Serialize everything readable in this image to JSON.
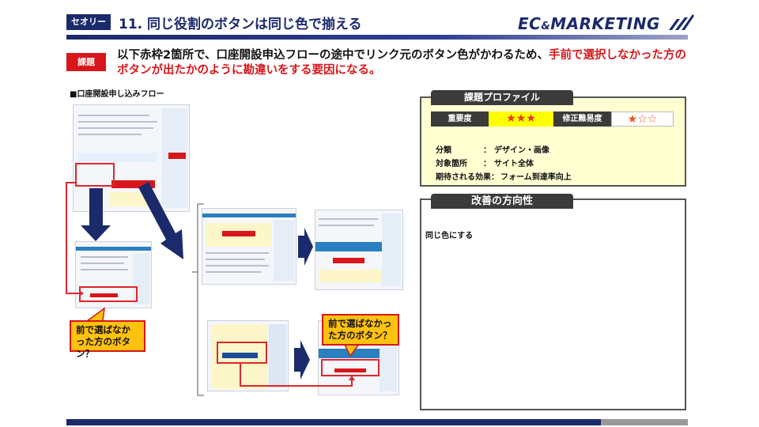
{
  "header": {
    "badge": "セオリー",
    "title": "11. 同じ役割のボタンは同じ色で揃える",
    "logo_main": "EC",
    "logo_amp": "&",
    "logo_rest": "MARKETING"
  },
  "issue": {
    "badge": "課題",
    "text_black": "以下赤枠2箇所で、口座開設申込フローの途中でリンク元のボタン色がかわるため、",
    "text_red": "手前で選択しなかった方のボタンが出たかのように勘違いをする要因になる。"
  },
  "flow": {
    "label": "■口座開設申し込みフロー",
    "callout_left": "前で選ばなかった方のボタン？",
    "callout_right": "前で選ばなかった方のボタン？"
  },
  "profile": {
    "title": "課題プロファイル",
    "importance_label": "重要度",
    "importance_stars": "★★★",
    "importance_value": 3,
    "difficulty_label": "修正難易度",
    "difficulty_stars": "★☆☆",
    "difficulty_value": 1,
    "rows": [
      {
        "label": "分類",
        "sep": "：",
        "value": "デザイン・画像"
      },
      {
        "label": "対象箇所",
        "sep": "：",
        "value": "サイト全体"
      },
      {
        "label": "期待される効果",
        "sep": "：",
        "value": "フォーム到達率向上"
      }
    ]
  },
  "improvement": {
    "title": "改善の方向性",
    "text": "同じ色にする"
  },
  "colors": {
    "navy": "#1b2a6b",
    "red": "#d8161b",
    "callout": "#ffc20e",
    "panel_bg": "#ffffd2",
    "star_bg": "#ffff00"
  }
}
